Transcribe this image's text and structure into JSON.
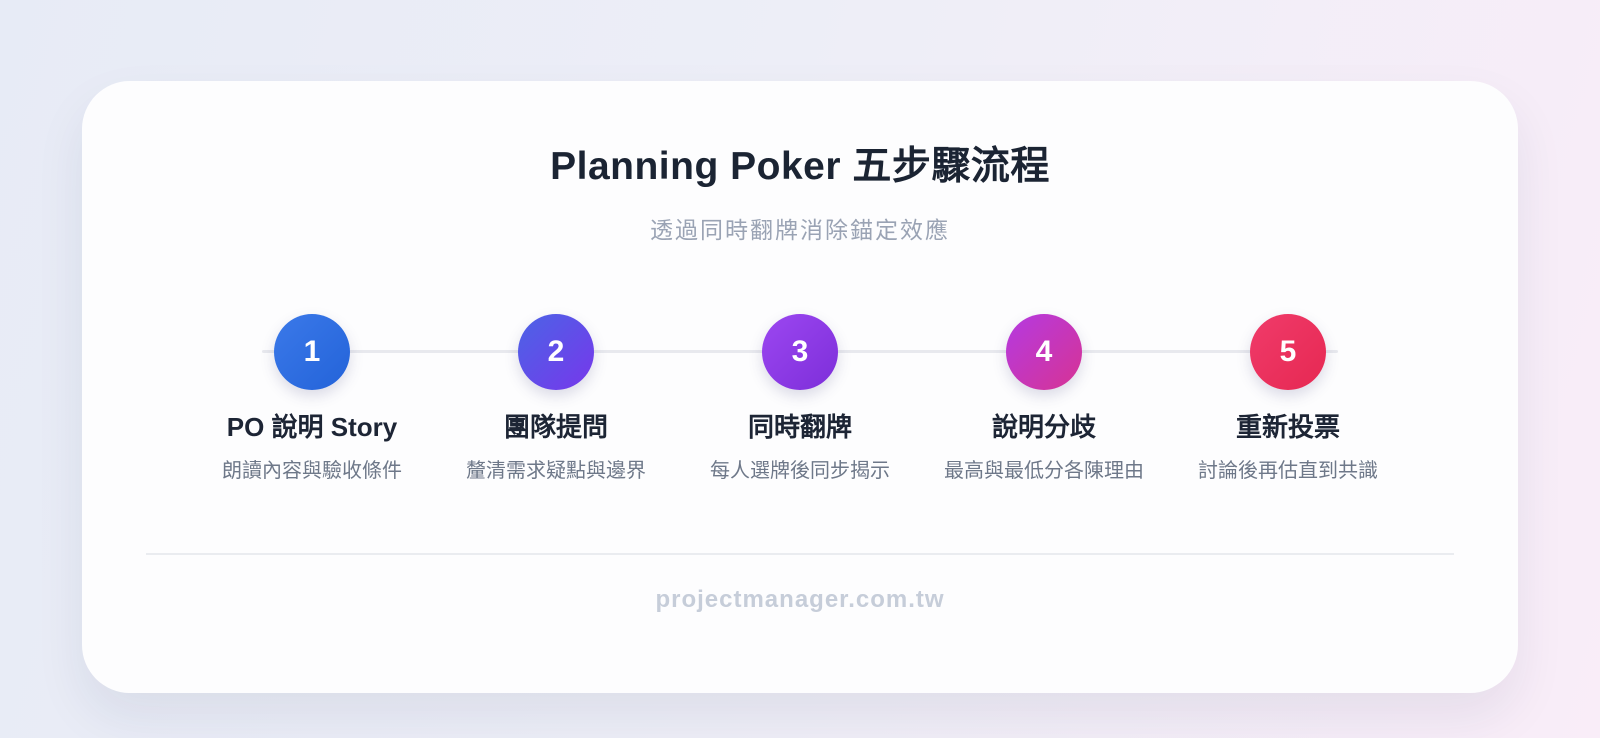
{
  "header": {
    "title": "Planning Poker 五步驟流程",
    "subtitle": "透過同時翻牌消除錨定效應"
  },
  "steps": [
    {
      "number": "1",
      "title": "PO 說明 Story",
      "description": "朗讀內容與驗收條件",
      "badge_color_start": "#3b79e9",
      "badge_color_end": "#2363d9"
    },
    {
      "number": "2",
      "title": "團隊提問",
      "description": "釐清需求疑點與邊界",
      "badge_color_start": "#4b64e6",
      "badge_color_end": "#7737eb"
    },
    {
      "number": "3",
      "title": "同時翻牌",
      "description": "每人選牌後同步揭示",
      "badge_color_start": "#9c47f1",
      "badge_color_end": "#7d2ed9"
    },
    {
      "number": "4",
      "title": "說明分歧",
      "description": "最高與最低分各陳理由",
      "badge_color_start": "#b43ae2",
      "badge_color_end": "#d73393"
    },
    {
      "number": "5",
      "title": "重新投票",
      "description": "討論後再估直到共識",
      "badge_color_start": "#f03b6a",
      "badge_color_end": "#e62852"
    }
  ],
  "footer": {
    "site": "projectmanager.com.tw"
  },
  "colors": {
    "background_left": "#e7ebf6",
    "background_right": "#f9edf8",
    "card_background": "#fdfdfe",
    "title_text": "#1b2433",
    "subtitle_text": "#9aa3b4",
    "description_text": "#6e7889",
    "timeline_line": "#e8e9ee",
    "footer_text": "#c6cdd9"
  }
}
